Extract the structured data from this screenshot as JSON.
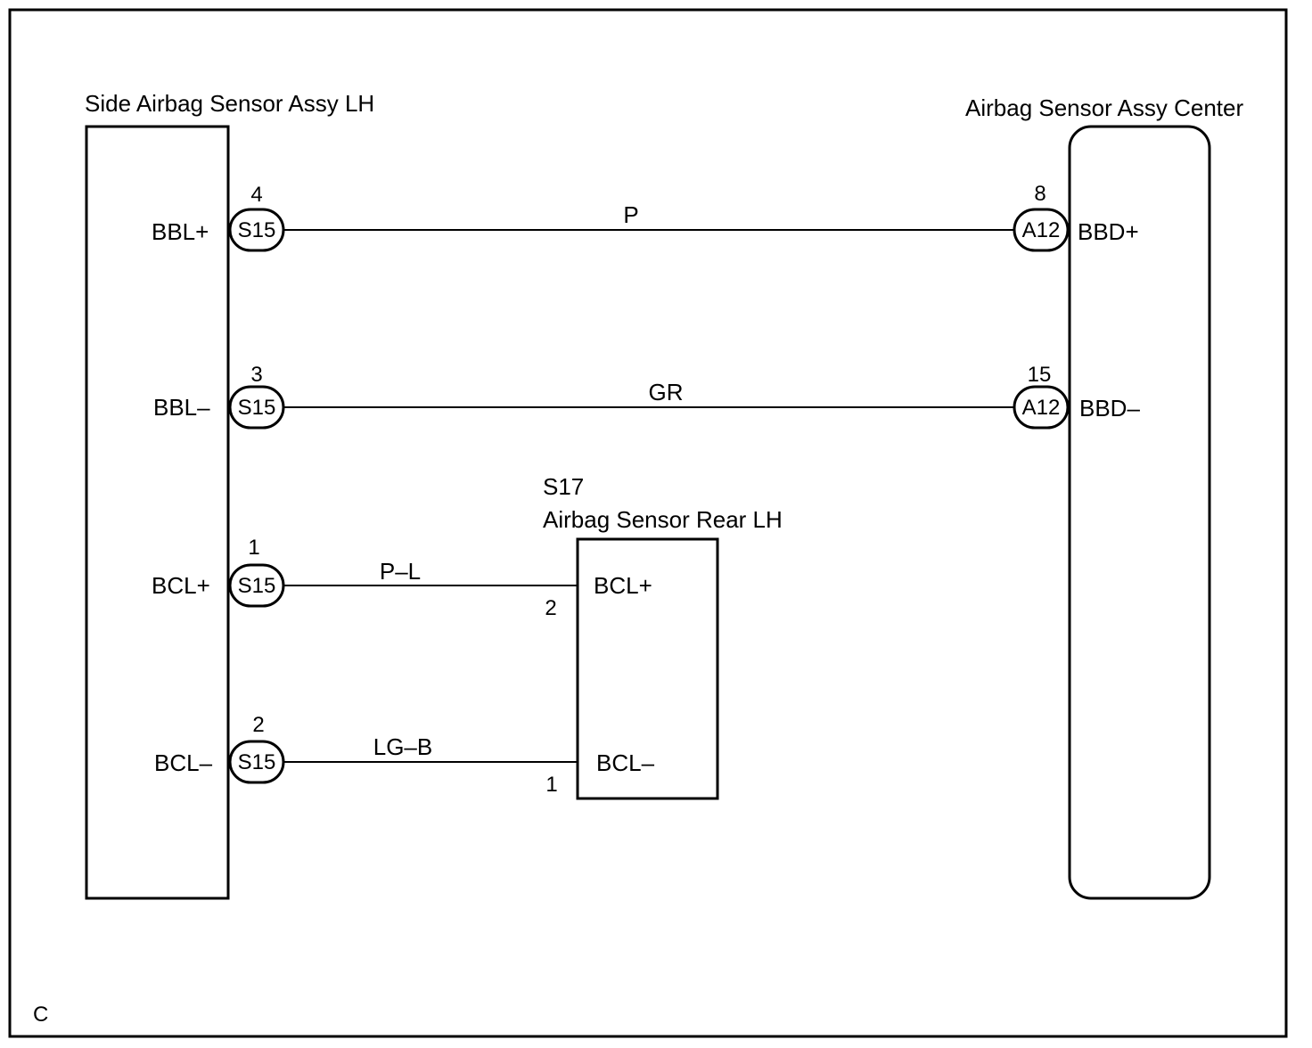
{
  "corner_mark": "C",
  "components": {
    "side_sensor": {
      "title": "Side Airbag Sensor Assy LH",
      "terminals": [
        "BBL+",
        "BBL–",
        "BCL+",
        "BCL–"
      ]
    },
    "center_sensor": {
      "title": "Airbag Sensor Assy Center",
      "terminals": [
        "BBD+",
        "BBD–"
      ]
    },
    "rear_sensor": {
      "code": "S17",
      "title": "Airbag Sensor Rear LH",
      "terminals": [
        "BCL+",
        "BCL–"
      ]
    }
  },
  "wires": [
    {
      "color": "P",
      "from_connector": "S15",
      "from_pin": "4",
      "to_connector": "A12",
      "to_pin": "8"
    },
    {
      "color": "GR",
      "from_connector": "S15",
      "from_pin": "3",
      "to_connector": "A12",
      "to_pin": "15"
    },
    {
      "color": "P–L",
      "from_connector": "S15",
      "from_pin": "1",
      "to_pin": "2"
    },
    {
      "color": "LG–B",
      "from_connector": "S15",
      "from_pin": "2",
      "to_pin": "1"
    }
  ]
}
